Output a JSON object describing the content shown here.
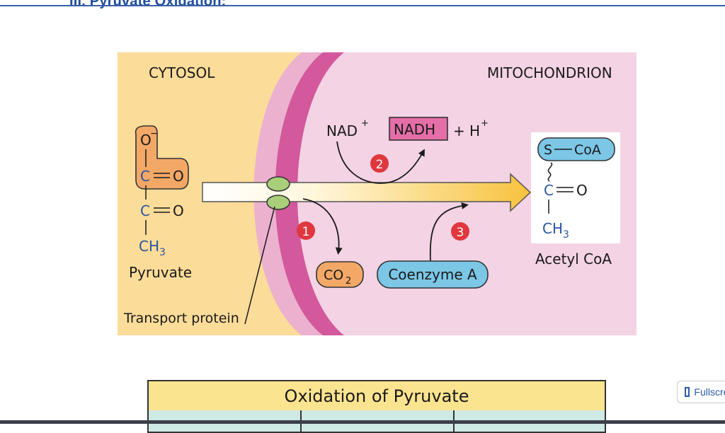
{
  "page": {
    "section_heading": "III. Pyruvate Oxidation:"
  },
  "figure": {
    "cytosol_label": "CYTOSOL",
    "mitochondrion_label": "MITOCHONDRION",
    "pyruvate": {
      "o_minus": "O",
      "o_charge": "−",
      "c1": "C",
      "o1": "O",
      "c2": "C",
      "o2": "O",
      "ch3": "CH",
      "ch3_sub": "3",
      "name": "Pyruvate"
    },
    "transport_protein_label": "Transport protein",
    "nad": "NAD",
    "nad_sup": "+",
    "nadh": "NADH",
    "plus": "+",
    "h": "H",
    "h_sup": "+",
    "step1": "1",
    "step2": "2",
    "step3": "3",
    "co2": "CO",
    "co2_sub": "2",
    "coenzyme_a": "Coenzyme A",
    "acetyl": {
      "s_coa": "S",
      "coa": "CoA",
      "c": "C",
      "o": "O",
      "ch3": "CH",
      "ch3_sub": "3",
      "name": "Acetyl CoA"
    },
    "colors": {
      "cytosol": "#fcdc99",
      "matrix": "#f3d3e4",
      "membrane": "#d4589c",
      "step_badge": "#e0373f",
      "co2_fill": "#f4a867",
      "coa_fill": "#7cc6e6",
      "nadh_fill": "#e46ea8"
    }
  },
  "table": {
    "title": "Oxidation of Pyruvate"
  },
  "toolbar": {
    "fullscreen_label": "Fullscreen"
  }
}
